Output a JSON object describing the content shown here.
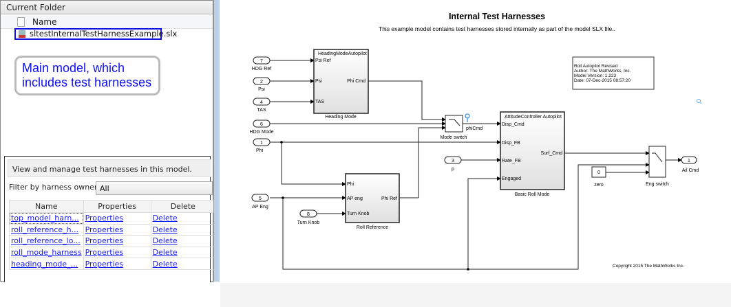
{
  "current_folder": {
    "title": "Current Folder",
    "column_name": "Name",
    "file": "sltestInternalTestHarnessExample.slx",
    "callout": "Main model, which includes test harnesses"
  },
  "harness_panel": {
    "message": "View and manage test harnesses in this model.",
    "filter_label": "Filter by harness owner:",
    "filter_value": "All",
    "columns": [
      "Name",
      "Properties",
      "Delete"
    ],
    "rows": [
      {
        "name": "top_model_harn...",
        "properties": "Properties",
        "delete": "Delete"
      },
      {
        "name": "roll_reference_h...",
        "properties": "Properties",
        "delete": "Delete"
      },
      {
        "name": "roll_reference_lo...",
        "properties": "Properties",
        "delete": "Delete"
      },
      {
        "name": "roll_mode_harness",
        "properties": "Properties",
        "delete": "Delete"
      },
      {
        "name": "heading_mode_...",
        "properties": "Properties",
        "delete": "Delete"
      }
    ]
  },
  "model": {
    "title": "Internal Test Harnesses",
    "subtitle": "This example model contains test harnesses stored internally as part of the model SLX file..",
    "inports": [
      {
        "num": "7",
        "label": "HDG Ref"
      },
      {
        "num": "2",
        "label": "Psi"
      },
      {
        "num": "4",
        "label": "TAS"
      },
      {
        "num": "6",
        "label": "HDG Mode"
      },
      {
        "num": "1",
        "label": "Phi"
      },
      {
        "num": "5",
        "label": "AP Eng"
      },
      {
        "num": "8",
        "label": "Turn Knob"
      },
      {
        "num": "3",
        "label": "p"
      }
    ],
    "outport": {
      "num": "1",
      "label": "Ail Cmd"
    },
    "heading_block": {
      "header": "HeadingModeAutopilot",
      "ports_in": [
        "Psi Ref",
        "Psi",
        "TAS"
      ],
      "port_out": "Phi Cmd",
      "label": "Heading Mode"
    },
    "basic_block": {
      "header": "AttitudeController Autopilot",
      "ports_in": [
        "Disp_Cmd",
        "Disp_FB",
        "Rate_FB",
        "Engaged"
      ],
      "port_out": "Surf_Cmd",
      "label": "Basic Roll Mode"
    },
    "roll_block": {
      "ports_in": [
        "Phi",
        "AP eng",
        "Turn Knob"
      ],
      "port_out": "Phi Ref",
      "label": "Roll Reference"
    },
    "mode_switch": "Mode switch",
    "signal_name": "phiCmd",
    "eng_switch": "Eng switch",
    "constant": {
      "value": "0",
      "label": "zero"
    },
    "annotation": [
      "Roll Autopilot Revised",
      "Author: The MathWorks, Inc.",
      "Model Version: 1.223",
      "Date: 07-Dec-2015 08:57:20"
    ],
    "copyright": "Copyright 2015 The MathWorks Inc."
  }
}
